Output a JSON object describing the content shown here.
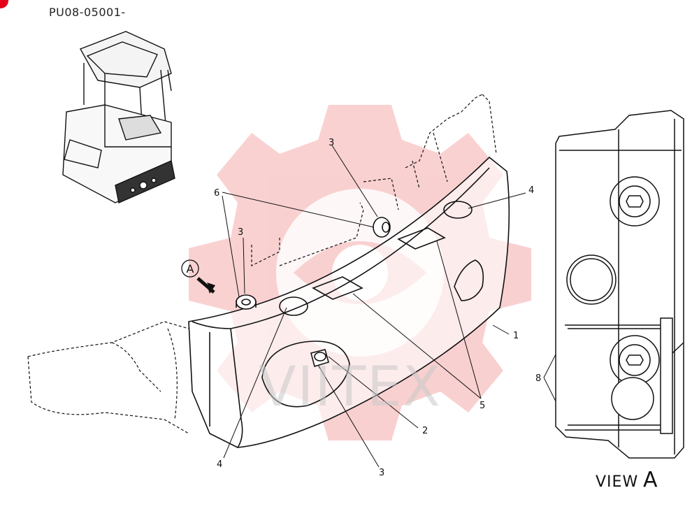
{
  "header": {
    "code": "PU08-05001-"
  },
  "callouts": {
    "c1": "1",
    "c2": "2",
    "c3a": "3",
    "c3b": "3",
    "c3c": "3",
    "c4a": "4",
    "c4b": "4",
    "c5": "5",
    "c6": "6",
    "c8": "8"
  },
  "arrow_view": {
    "letter": "A"
  },
  "view": {
    "word": "VIEW",
    "letter": "A"
  },
  "watermark": {
    "text": "VIITEX"
  },
  "colors": {
    "line": "#111111",
    "watermark": "#f08080",
    "badge": "#e3001b"
  }
}
